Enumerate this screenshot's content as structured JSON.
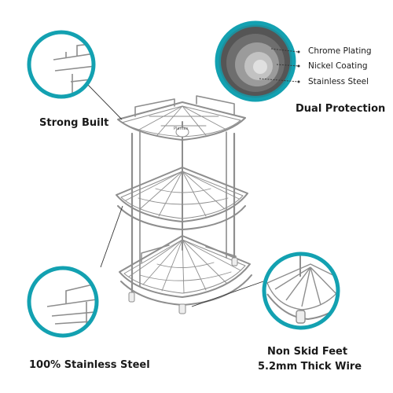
{
  "callouts": {
    "strong_built": "Strong Built",
    "stainless": "100% Stainless Steel",
    "dual_protection": "Dual Protection",
    "feet_line1": "Non Skid Feet",
    "feet_line2": "5.2mm Thick Wire"
  },
  "layers": {
    "chrome": "Chrome Plating",
    "nickel": "Nickel Coating",
    "steel": "Stainless Steel"
  },
  "brand_mark": "Plantex",
  "colors": {
    "ring": "#13a1b1",
    "steel": "#8e8e8e",
    "text": "#1a1a1a"
  }
}
